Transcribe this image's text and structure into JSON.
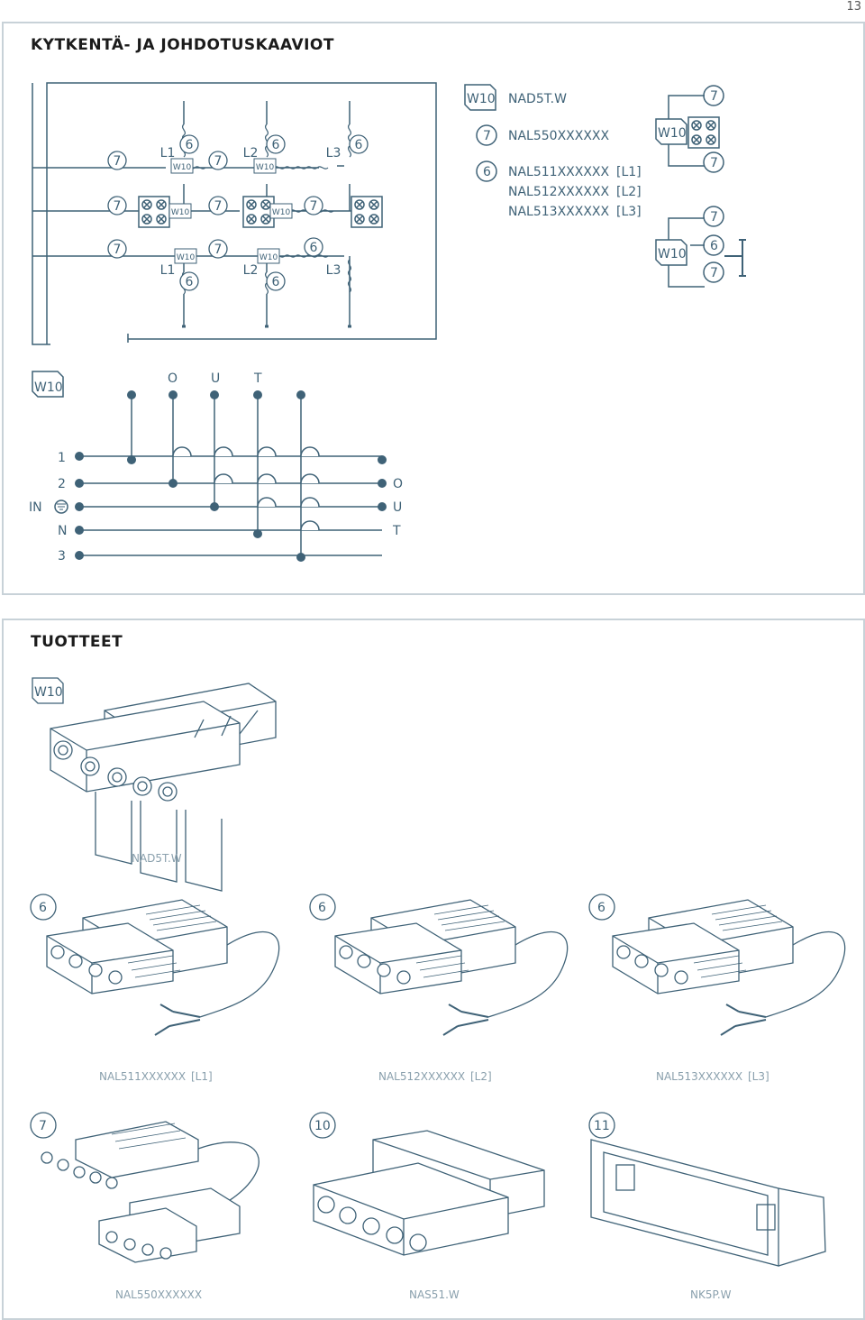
{
  "page_number": "13",
  "section1": {
    "title": "KYTKENTÄ- JA JOHDOTUSKAAVIOT",
    "legend": {
      "w10": "W10",
      "w10_model": "NAD5T.W",
      "seven": "7",
      "seven_model": "NAL550XXXXXX",
      "six": "6",
      "six_models": [
        {
          "model": "NAL511XXXXXX",
          "phase": "[L1]"
        },
        {
          "model": "NAL512XXXXXX",
          "phase": "[L2]"
        },
        {
          "model": "NAL513XXXXXX",
          "phase": "[L3]"
        }
      ]
    },
    "circuit": {
      "l1": "L1",
      "l2": "L2",
      "l3": "L3",
      "seven": "7",
      "six": "6",
      "w10": "W10"
    },
    "wiring": {
      "w10": "W10",
      "top_labels": [
        "O",
        "U",
        "T"
      ],
      "in_label": "IN",
      "left_labels": [
        "1",
        "2",
        "",
        "N",
        "3"
      ],
      "right_labels": [
        "O",
        "U",
        "T"
      ]
    }
  },
  "section2": {
    "title": "TUOTTEET",
    "w10_badge": "W10",
    "w10_product": "NAD5T.W",
    "row1": [
      {
        "badge": "6",
        "model": "NAL511XXXXXX",
        "phase": "[L1]"
      },
      {
        "badge": "6",
        "model": "NAL512XXXXXX",
        "phase": "[L2]"
      },
      {
        "badge": "6",
        "model": "NAL513XXXXXX",
        "phase": "[L3]"
      }
    ],
    "row2": [
      {
        "badge": "7",
        "model": "NAL550XXXXXX"
      },
      {
        "badge": "10",
        "model": "NAS51.W"
      },
      {
        "badge": "11",
        "model": "NK5P.W"
      }
    ]
  }
}
